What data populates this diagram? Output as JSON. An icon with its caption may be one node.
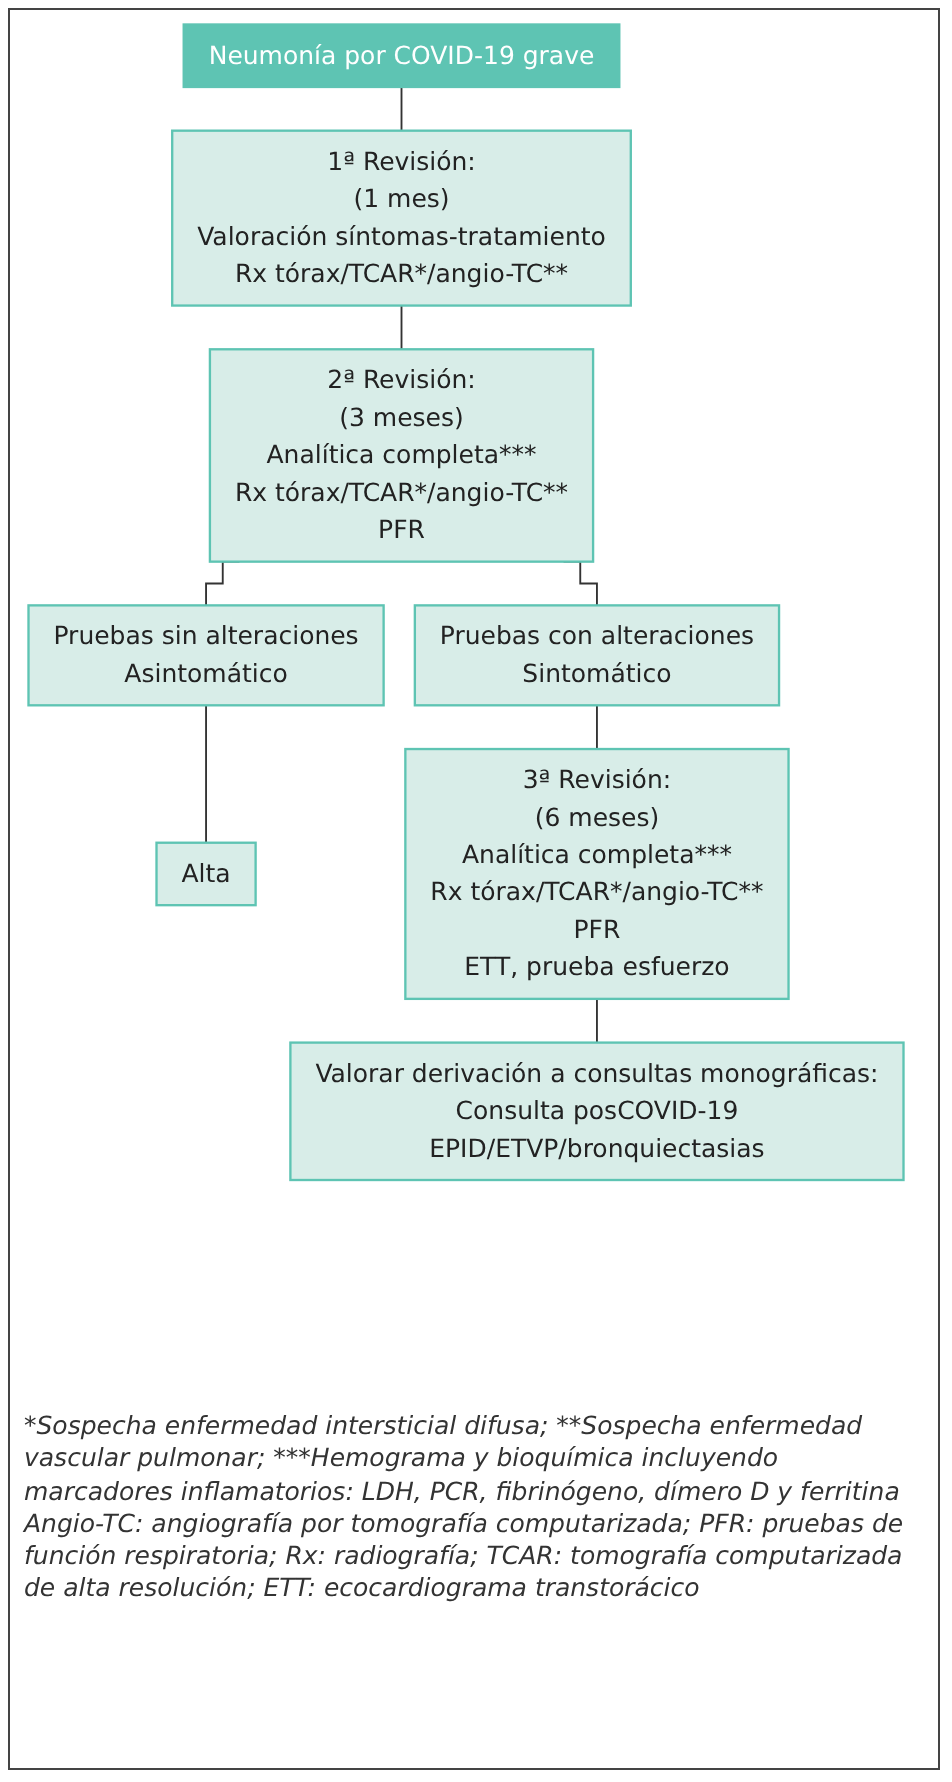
{
  "diagram": {
    "nodes": [
      {
        "text": [
          "Neumonía por COVID-19 grave"
        ]
      },
      {
        "text": [
          "1ª Revisión:",
          "(1 mes)",
          "Valoración síntomas-tratamiento",
          "Rx tórax/TCAR*/angio-TC**"
        ]
      },
      {
        "text": [
          "2ª Revisión:",
          "(3 meses)",
          "Analítica completa***",
          "Rx tórax/TCAR*/angio-TC**",
          "PFR"
        ]
      },
      {
        "text": [
          "Pruebas sin alteraciones",
          "Asintomático"
        ]
      },
      {
        "text": [
          "Pruebas con alteraciones",
          "Sintomático"
        ]
      },
      {
        "text": [
          "Alta"
        ]
      },
      {
        "text": [
          "3ª Revisión:",
          "(6 meses)",
          "Analítica completa***",
          "Rx tórax/TCAR*/angio-TC**",
          "PFR",
          "ETT, prueba esfuerzo"
        ]
      },
      {
        "text": [
          "Valorar derivación a consultas monográficas:",
          "Consulta posCOVID-19",
          "EPID/ETVP/bronquiectasias"
        ]
      }
    ],
    "edges": [
      {
        "from": 0,
        "to": 1,
        "arrow": "none"
      },
      {
        "from": 1,
        "to": 2,
        "arrow": "none"
      },
      {
        "from": 2,
        "to": 3,
        "arrow": "none"
      },
      {
        "from": 2,
        "to": 4,
        "arrow": "none"
      },
      {
        "from": 3,
        "to": 5,
        "arrow": "none"
      },
      {
        "from": 4,
        "to": 6,
        "arrow": "none"
      },
      {
        "from": 6,
        "to": 7,
        "arrow": "none"
      }
    ],
    "labels": [
      "*Sospecha enfermedad intersticial difusa; **Sospecha enfermedad vascular pulmonar; ***Hemograma y bioquímica incluyendo marcadores inflamatorios: LDH, PCR, fibrinógeno, dímero D y ferritina",
      "Angio-TC: angiografía por tomografía computarizada; PFR: pruebas de función respiratoria; Rx: radiografía; TCAR: tomografía computarizada de alta resolución; ETT: ecocardiograma transtorácico"
    ]
  }
}
